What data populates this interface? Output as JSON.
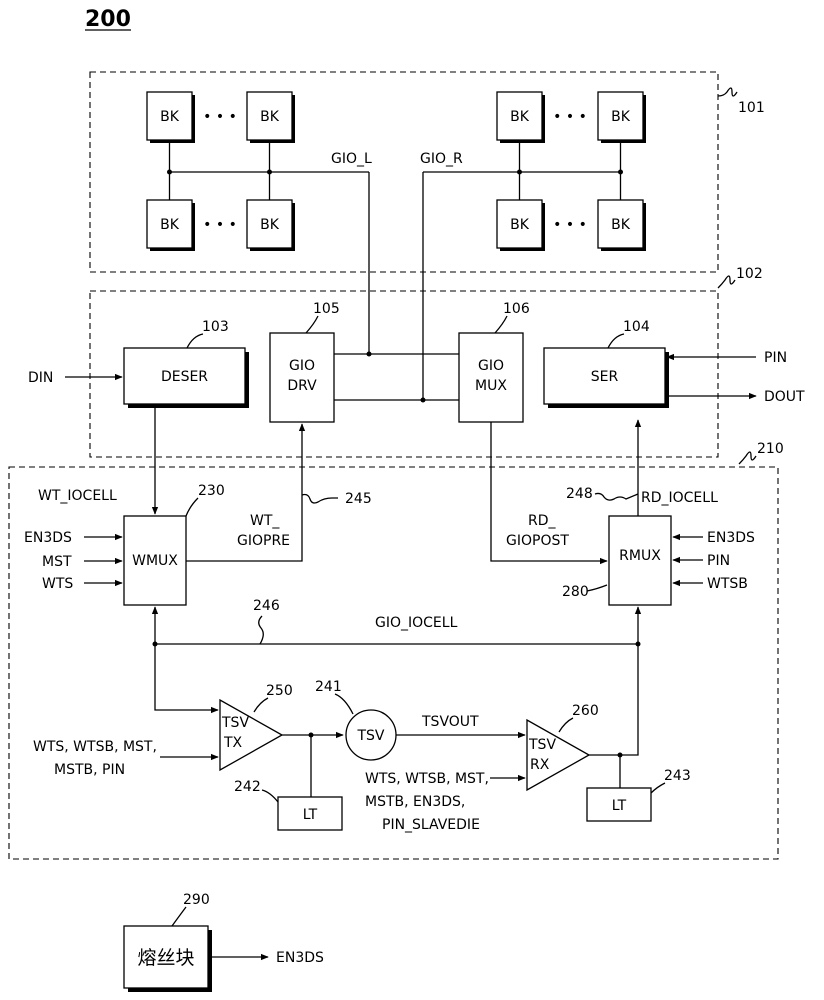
{
  "figure": {
    "number": "200"
  },
  "regions": {
    "r101": "101",
    "r102": "102",
    "r210": "210"
  },
  "bank": {
    "label": "BK",
    "dots": "• • •",
    "bus_left": "GIO_L",
    "bus_right": "GIO_R"
  },
  "blocks": {
    "deser": {
      "ref": "103",
      "label": "DESER"
    },
    "ser": {
      "ref": "104",
      "label": "SER"
    },
    "gio_drv": {
      "ref": "105",
      "line1": "GIO",
      "line2": "DRV"
    },
    "gio_mux": {
      "ref": "106",
      "line1": "GIO",
      "line2": "MUX"
    },
    "wmux": {
      "ref": "230",
      "label": "WMUX"
    },
    "rmux": {
      "ref": "280",
      "label": "RMUX"
    },
    "tsv_tx": {
      "ref": "250",
      "line1": "TSV",
      "line2": "TX"
    },
    "tsv_rx": {
      "ref": "260",
      "line1": "TSV",
      "line2": "RX"
    },
    "tsv": {
      "ref": "241",
      "label": "TSV"
    },
    "lt_left": {
      "ref": "242",
      "label": "LT"
    },
    "lt_right": {
      "ref": "243",
      "label": "LT"
    },
    "fuse": {
      "ref": "290",
      "label": "熔丝块"
    }
  },
  "signals": {
    "din": "DIN",
    "pin": "PIN",
    "dout": "DOUT",
    "wt_iocell": "WT_IOCELL",
    "wt_giopre_1": "WT_",
    "wt_giopre_2": "GIOPRE",
    "wt_giopre_ref": "245",
    "rd_giopost_1": "RD_",
    "rd_giopost_2": "GIOPOST",
    "rd_iocell": "RD_IOCELL",
    "rd_iocell_ref": "248",
    "gio_iocell": "GIO_IOCELL",
    "gio_iocell_ref": "246",
    "tsvout": "TSVOUT",
    "wmux_in": [
      "EN3DS",
      "MST",
      "WTS"
    ],
    "rmux_in": [
      "EN3DS",
      "PIN",
      "WTSB"
    ],
    "tx_in_1": "WTS, WTSB, MST,",
    "tx_in_2": "MSTB, PIN",
    "rx_in_1": "WTS, WTSB, MST,",
    "rx_in_2": "MSTB, EN3DS,",
    "rx_in_3": "PIN_SLAVEDIE",
    "fuse_out": "EN3DS"
  }
}
